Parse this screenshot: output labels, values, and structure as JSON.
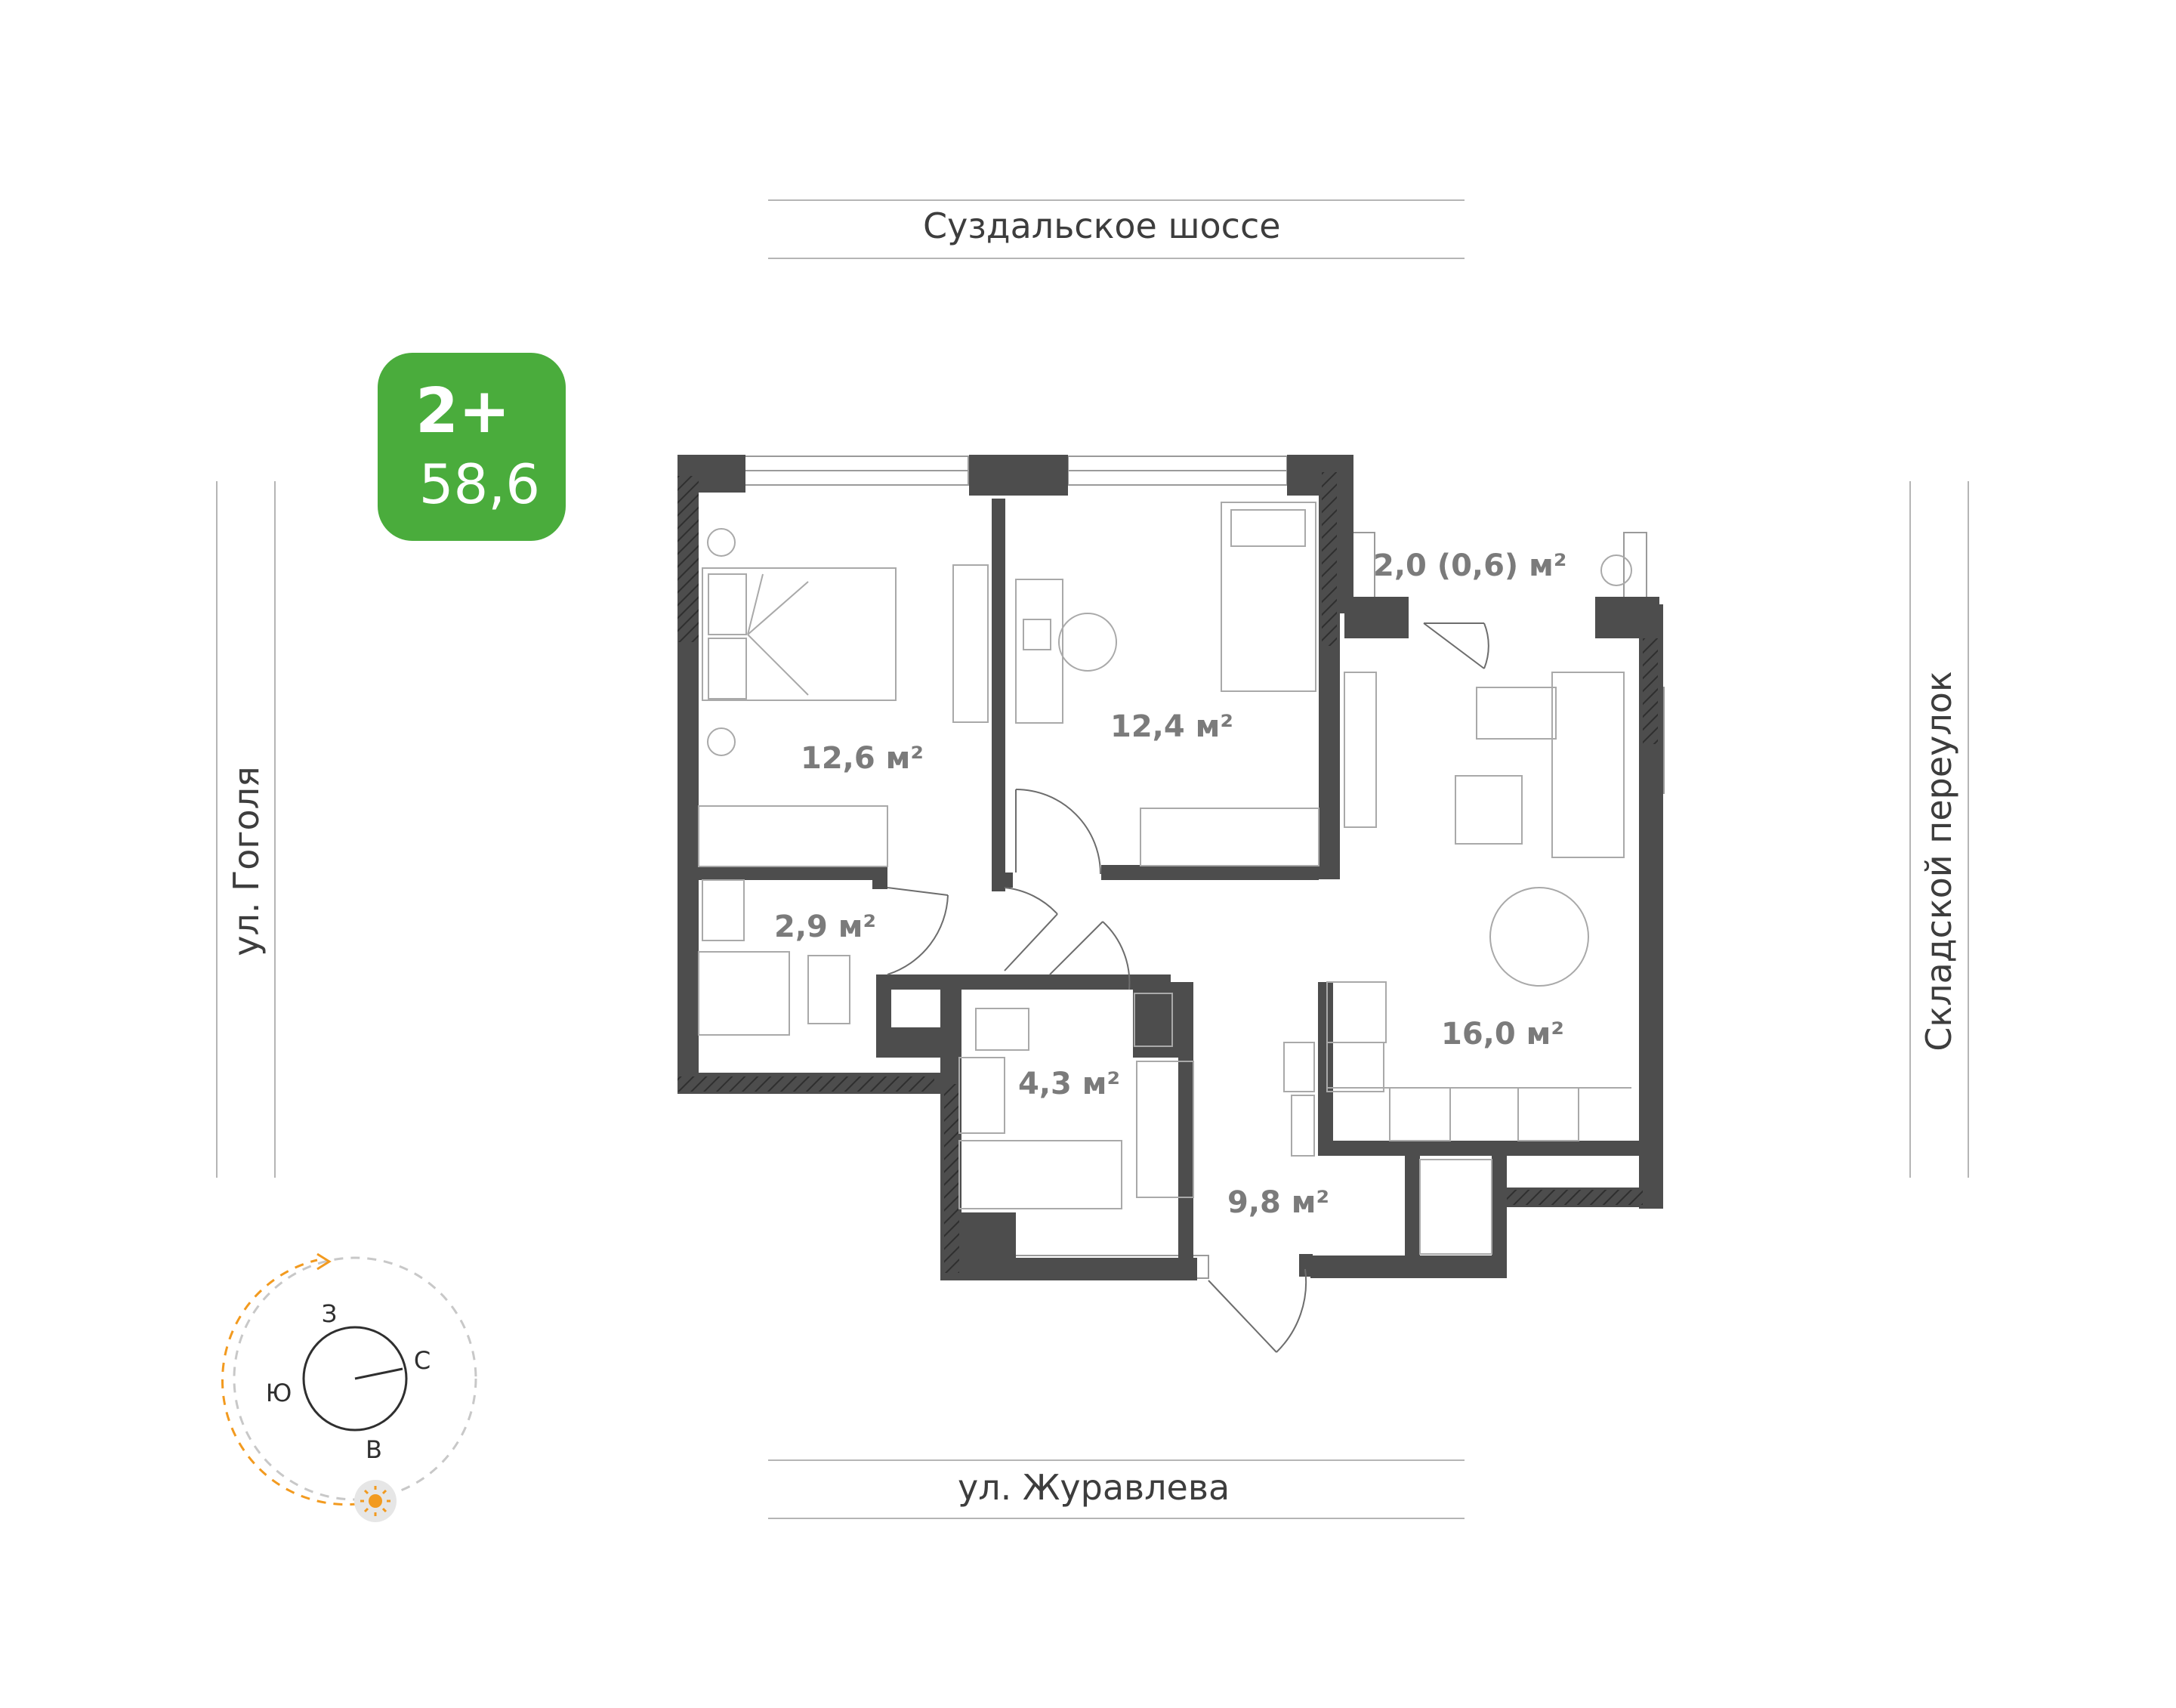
{
  "streets": {
    "top": "Суздальское шоссе",
    "bottom": "ул. Журавлева",
    "left": "ул. Гоголя",
    "right": "Складской переулок"
  },
  "badge": {
    "rooms": "2+",
    "area": "58,6",
    "color": "#4aac3c"
  },
  "rooms": [
    {
      "id": "bedroom-1",
      "area": "12,6 м²"
    },
    {
      "id": "bedroom-2",
      "area": "12,4 м²"
    },
    {
      "id": "balcony",
      "area": "2,0 (0,6) м²"
    },
    {
      "id": "living-kitchen",
      "area": "16,0 м²"
    },
    {
      "id": "wc",
      "area": "2,9 м²"
    },
    {
      "id": "bathroom",
      "area": "4,3 м²"
    },
    {
      "id": "hall",
      "area": "9,8 м²"
    }
  ],
  "compass": {
    "north": "С",
    "south": "Ю",
    "west": "З",
    "east": "В",
    "sun_icon": "sun-icon",
    "sun_color": "#f29a1f"
  },
  "colors": {
    "wall": "#4d4d4d",
    "furniture": "#a9a9a9",
    "street_line": "#b5b5b5"
  }
}
